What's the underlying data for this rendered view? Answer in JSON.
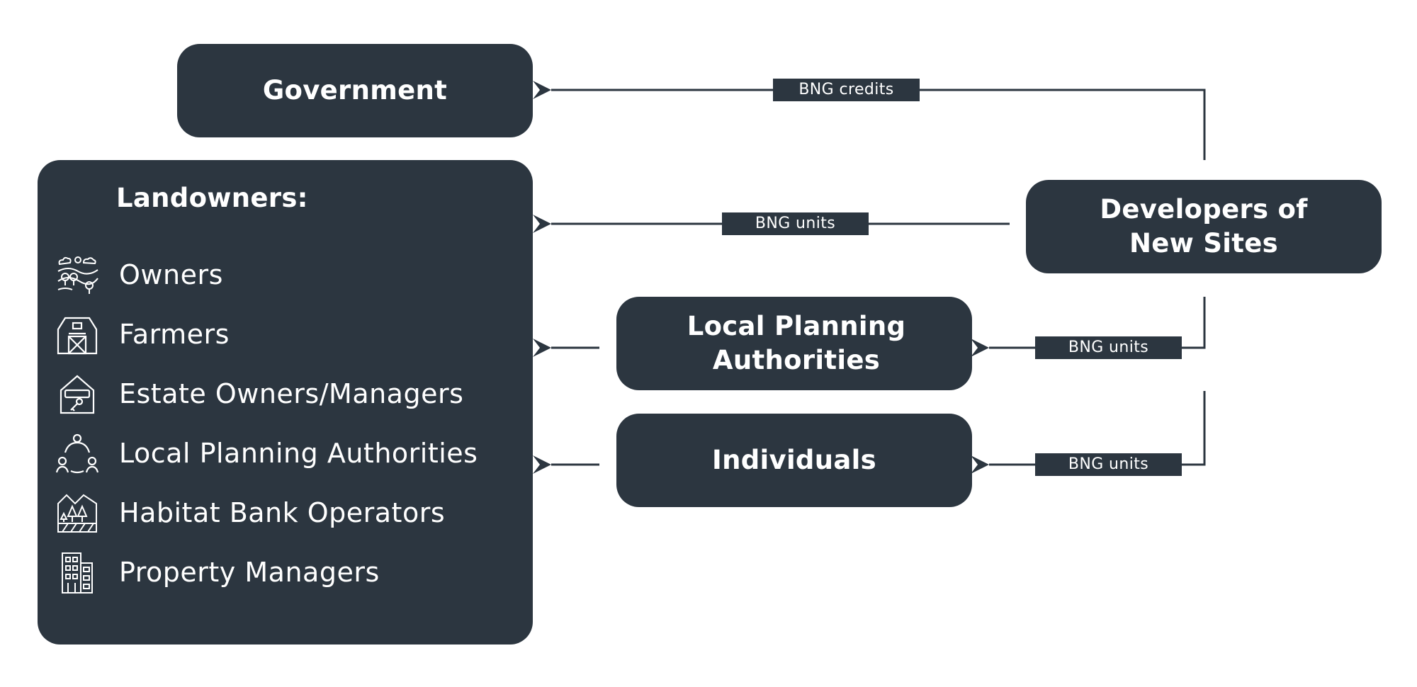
{
  "government": {
    "title": "Government"
  },
  "landowners": {
    "title": "Landowners:",
    "items": [
      {
        "label": "Owners",
        "icon": "landscape-icon"
      },
      {
        "label": "Farmers",
        "icon": "barn-icon"
      },
      {
        "label": "Estate Owners/Managers",
        "icon": "house-key-icon"
      },
      {
        "label": "Local Planning Authorities",
        "icon": "community-icon"
      },
      {
        "label": "Habitat Bank Operators",
        "icon": "habitat-icon"
      },
      {
        "label": "Property Managers",
        "icon": "building-icon"
      }
    ]
  },
  "developers": {
    "title": "Developers of\nNew Sites"
  },
  "local_planning": {
    "title": "Local Planning\nAuthorities"
  },
  "individuals": {
    "title": "Individuals"
  },
  "connectors": {
    "credits_to_government": "BNG credits",
    "units_to_landowners": "BNG units",
    "units_to_lpa": "BNG units",
    "units_to_individuals": "BNG units"
  },
  "colors": {
    "box": "#2c3640",
    "text": "#ffffff",
    "line": "#2c3640"
  }
}
